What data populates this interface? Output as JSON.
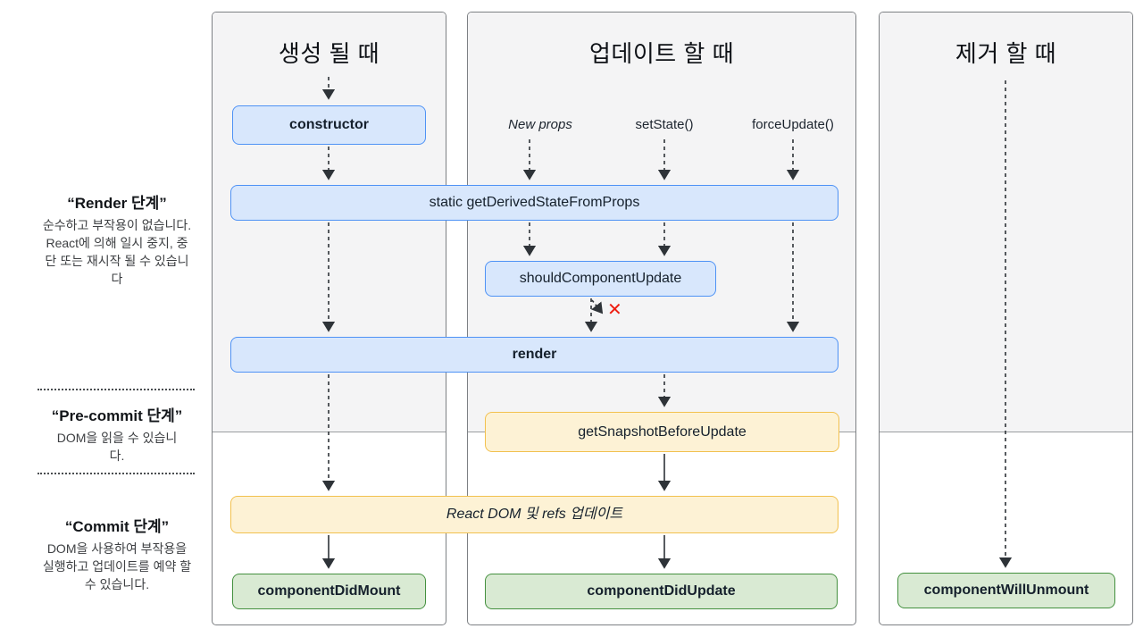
{
  "columns": {
    "mount": {
      "title": "생성 될 때"
    },
    "update": {
      "title": "업데이트 할 때",
      "triggers": [
        "New props",
        "setState()",
        "forceUpdate()"
      ]
    },
    "unmount": {
      "title": "제거 할 때"
    }
  },
  "sidebar": {
    "render_phase": {
      "title": "“Render 단계”",
      "description": "순수하고 부작용이 없습니다. React에 의해 일시 중지, 중단 또는 재시작 될 수 있습니다"
    },
    "pre_commit_phase": {
      "title": "“Pre-commit 단계”",
      "description": "DOM을 읽을 수 있습니다."
    },
    "commit_phase": {
      "title": "“Commit 단계”",
      "description": "DOM을 사용하여 부작용을 실행하고 업데이트를 예약 할 수 있습니다."
    }
  },
  "nodes": {
    "constructor": "constructor",
    "get_derived_state_from_props": "static getDerivedStateFromProps",
    "should_component_update": "shouldComponentUpdate",
    "render": "render",
    "get_snapshot_before_update": "getSnapshotBeforeUpdate",
    "react_dom_refs_update": "React DOM 및 refs 업데이트",
    "component_did_mount": "componentDidMount",
    "component_did_update": "componentDidUpdate",
    "component_will_unmount": "componentWillUnmount"
  },
  "icons": {
    "reject_x": "✕"
  },
  "colors": {
    "render_phase_fill": "#d8e7fc",
    "render_phase_border": "#4e92f5",
    "pre_commit_fill": "#fdf2d5",
    "pre_commit_border": "#f2c14f",
    "commit_fill": "#d9ead3",
    "commit_border": "#44903f",
    "reject_x_red": "#ee1d10",
    "panel_top_bg": "#f4f4f5",
    "panel_border": "#7d8084"
  }
}
